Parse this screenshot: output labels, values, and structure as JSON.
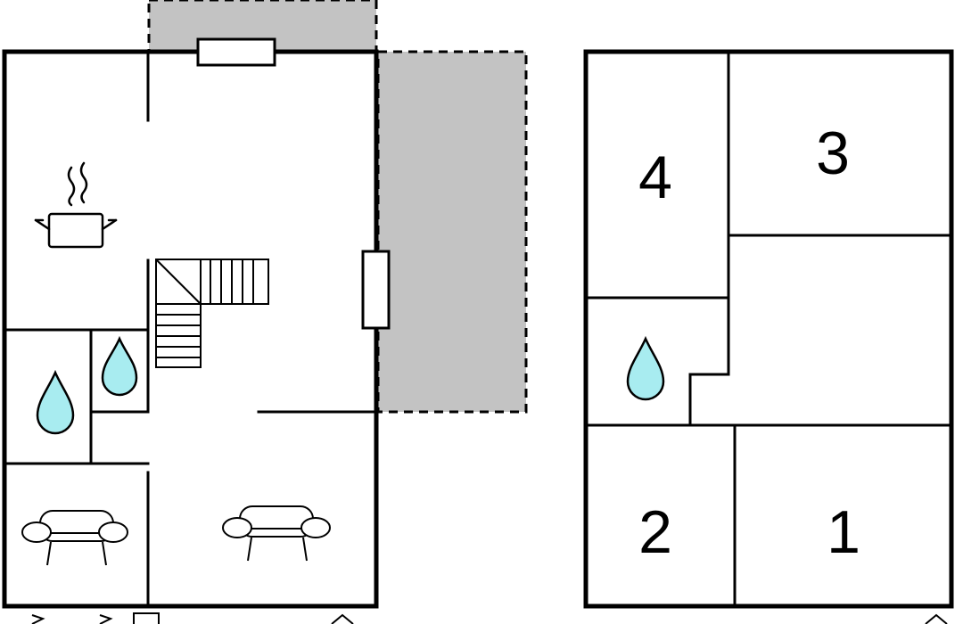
{
  "colors": {
    "wall": "#000000",
    "terrace": "#c3c3c3",
    "water_drop": "#a8ecf0",
    "background": "#ffffff"
  },
  "ground_floor": {
    "icons": [
      "kitchen-pot-icon",
      "staircase-icon",
      "water-drop-icon",
      "water-drop-icon",
      "sofa-icon",
      "sofa-icon"
    ]
  },
  "upper_floor": {
    "rooms": [
      {
        "label": "4"
      },
      {
        "label": "3"
      },
      {
        "label": "2"
      },
      {
        "label": "1"
      }
    ],
    "icons": [
      "water-drop-icon"
    ]
  }
}
